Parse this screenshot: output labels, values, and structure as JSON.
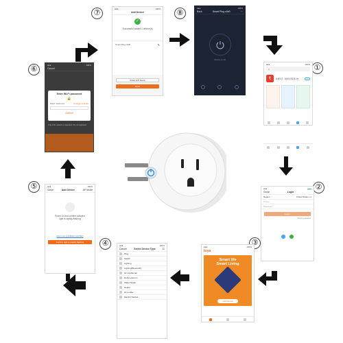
{
  "steps": [
    "①",
    "②",
    "③",
    "④",
    "⑤",
    "⑥",
    "⑦",
    "⑧"
  ],
  "s1": {
    "app_title": "智能生活 - 智能生活家居平台"
  },
  "s2": {
    "back": "Close",
    "title": "Login",
    "region": "United States +1",
    "phone_ph": "Phone",
    "pwd_ph": "Password",
    "login": "Login",
    "forgot": "Forgot password"
  },
  "s3": {
    "brand": "tuya",
    "headline1": "Smart life",
    "headline2": "Smart Living",
    "add_btn": "Add Device"
  },
  "s4": {
    "back": "Cancel",
    "title": "Select Device Type",
    "items": [
      "Plug",
      "Switch",
      "Lighting",
      "Lighting(Bluetooth)",
      "Air conditioner",
      "Robot vacuum",
      "Water heater",
      "Heater",
      "Air purifier",
      "Electric blanket"
    ]
  },
  "s5": {
    "back": "Close",
    "title": "Add Device",
    "mode": "AP Mode",
    "line1": "Power on and confirm indicator",
    "line2": "light is rapidly flashing",
    "link": "How to set up indicator rapid flash",
    "confirm": "Confirm light is rapidly flashing"
  },
  "s6": {
    "back": "Cancel",
    "dialog_title": "Enter Wi-Fi password",
    "wifi": "Wi-Fi: ssid-xxxx",
    "change": "Change network",
    "confirm": "Confirm",
    "note": "Only 2.4G network is supported. 5G not supported"
  },
  "s7": {
    "title": "Add Device",
    "success": "Successful added 1 device(s)",
    "device": "Smart Plug c0d0",
    "share": "Share with family",
    "done": "Done"
  },
  "s8": {
    "back": "Back",
    "title": "Smart Plug c0d0",
    "status": "Device is off"
  },
  "colors": {
    "orange": "#ef6c1d",
    "dark": "#1c2333",
    "green": "#3cb043",
    "accent": "#3da9fc"
  }
}
